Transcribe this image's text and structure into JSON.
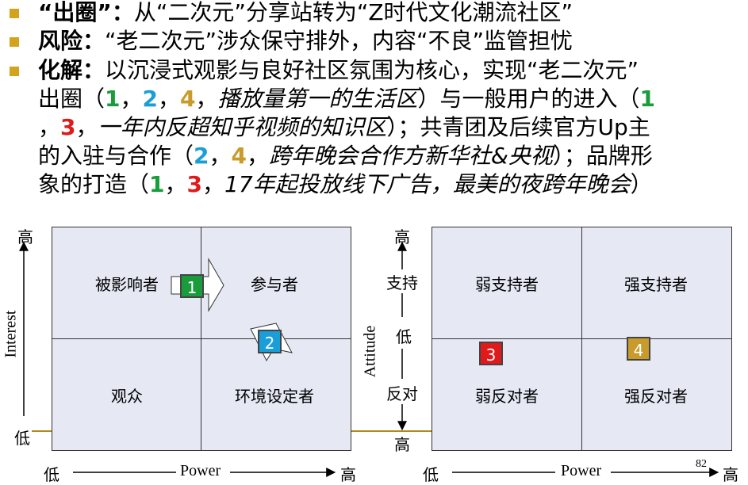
{
  "bullets": [
    {
      "lead": "“出圈”",
      "lead_sep": "：",
      "text": "从“二次元”分享站转为“Z时代文化潮流社区”"
    },
    {
      "lead": "风险",
      "lead_sep": "：",
      "text": "“老二次元”涉众保守排外，内容“不良”监管担忧"
    },
    {
      "lead": "化解",
      "lead_sep": "：",
      "l1": "以沉浸式观影与良好社区氛围为核心，实现“老二次元”",
      "l2a": "出圈（",
      "n1": "1",
      "c1": "，",
      "n2": "2",
      "c2": "，",
      "n4": "4",
      "c3": "，",
      "l2i": "播放量第一的生活区",
      "l2b": "）与一般用户的进入（",
      "n1b": "1",
      "l3a": "，",
      "n3": "3",
      "c4": "，",
      "l3i": "一年内反超知乎视频的知识区",
      "l3b": "）；共青团及后续官方Up主",
      "l4a": "的入驻与合作（",
      "n2b": "2",
      "c5": "，",
      "n4b": "4",
      "c6": "，",
      "l4i": "跨年晚会合作方新华社&央视",
      "l4b": "）；品牌形",
      "l5a": "象的打造（",
      "n1c": "1",
      "c7": "，",
      "n3b": "3",
      "c8": "，",
      "l5i": "17年起投放线下广告，最美的夜跨年晚会",
      "l5b": "）"
    }
  ],
  "colors": {
    "green": "#1a9c3c",
    "blue": "#1a9ed9",
    "gold": "#c89b2a",
    "red": "#e0191b",
    "bullet": "#d3a31b",
    "grid": "#e6e8f4"
  },
  "left_chart": {
    "y_high": "高",
    "y_low": "低",
    "y_label": "Interest",
    "x_low": "低",
    "x_label": "Power",
    "x_high": "高",
    "cells": {
      "tl": "被影响者",
      "tr": "参与者",
      "bl": "观众",
      "br": "环境设定者"
    },
    "badges": [
      {
        "label": "1",
        "color": "#1a9c3c"
      },
      {
        "label": "2",
        "color": "#1a9ed9"
      }
    ]
  },
  "right_chart": {
    "y_high": "高",
    "y_support": "支持",
    "y_mid": "低",
    "y_oppose": "反对",
    "y_bottom": "高",
    "y_label": "Attitude",
    "x_low": "低",
    "x_label": "Power",
    "x_high": "高",
    "cells": {
      "tl": "弱支持者",
      "tr": "强支持者",
      "bl": "弱反对者",
      "br": "强反对者"
    },
    "badges": [
      {
        "label": "3",
        "color": "#e0191b"
      },
      {
        "label": "4",
        "color": "#c89b2a"
      }
    ]
  },
  "page_number": "82"
}
